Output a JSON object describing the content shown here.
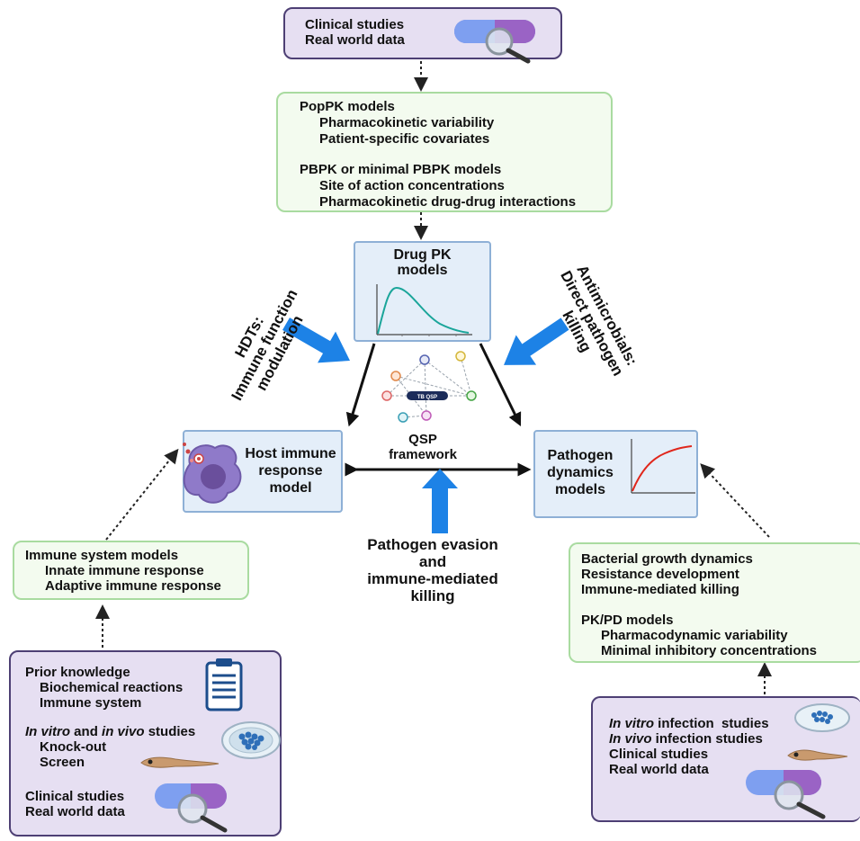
{
  "top_box": {
    "line1": "Clinical studies",
    "line2": "Real world data"
  },
  "pk_models_box": {
    "popPK": "PopPK models",
    "popPK_item1": "Pharmacokinetic variability",
    "popPK_item2": "Patient-specific covariates",
    "pbpk": "PBPK or minimal PBPK models",
    "pbpk_item1": "Site of action concentrations",
    "pbpk_item2": "Pharmacokinetic drug-drug interactions"
  },
  "drug_pk": {
    "line1": "Drug PK",
    "line2": "models"
  },
  "hdt_label": {
    "line1": "HDTs:",
    "line2": "Immune function",
    "line3": "modulation"
  },
  "antimicrobial_label": {
    "line1": "Antimicrobials:",
    "line2": "Direct pathogen",
    "line3": "killing"
  },
  "network": {
    "badge": "TB QSP"
  },
  "qsp": {
    "line1": "QSP",
    "line2": "framework"
  },
  "host_box": {
    "line1": "Host immune",
    "line2": "response",
    "line3": "model"
  },
  "pathogen_box": {
    "line1": "Pathogen",
    "line2": "dynamics",
    "line3": "models"
  },
  "evasion": {
    "line1": "Pathogen evasion",
    "line2": "and",
    "line3": "immune-mediated",
    "line4": "killing"
  },
  "immune_models_box": {
    "title": "Immune system models",
    "item1": "Innate immune response",
    "item2": "Adaptive immune response"
  },
  "bacterial_box": {
    "line1": "Bacterial growth dynamics",
    "line2": "Resistance development",
    "line3": "Immune-mediated killing",
    "pkpd": "PK/PD models",
    "pkpd_item1": "Pharmacodynamic variability",
    "pkpd_item2": "Minimal inhibitory concentrations"
  },
  "prior_box": {
    "title": "Prior knowledge",
    "item1": "Biochemical reactions",
    "item2": "Immune system",
    "invitro_a": "In vitro",
    "invitro_b": " and ",
    "invitro_c": "in vivo",
    "invitro_d": " studies",
    "sub1": "Knock-out",
    "sub2": "Screen",
    "clin1": "Clinical studies",
    "clin2": "Real world data"
  },
  "infection_box": {
    "l1a": "In vitro",
    "l1b": " infection  studies",
    "l2a": "In vivo",
    "l2b": " infection studies",
    "l3": "Clinical studies",
    "l4": "Real world data"
  },
  "colors": {
    "purple_fill": "#e6dff2",
    "purple_border": "#4d3f74",
    "green_fill": "#f3fbef",
    "green_border": "#a9dba0",
    "blue_fill": "#e4eef9",
    "blue_border": "#8eb0d6",
    "big_arrow": "#1d82e6",
    "curve": "#1aa59a",
    "growth_curve": "#e0261b"
  }
}
